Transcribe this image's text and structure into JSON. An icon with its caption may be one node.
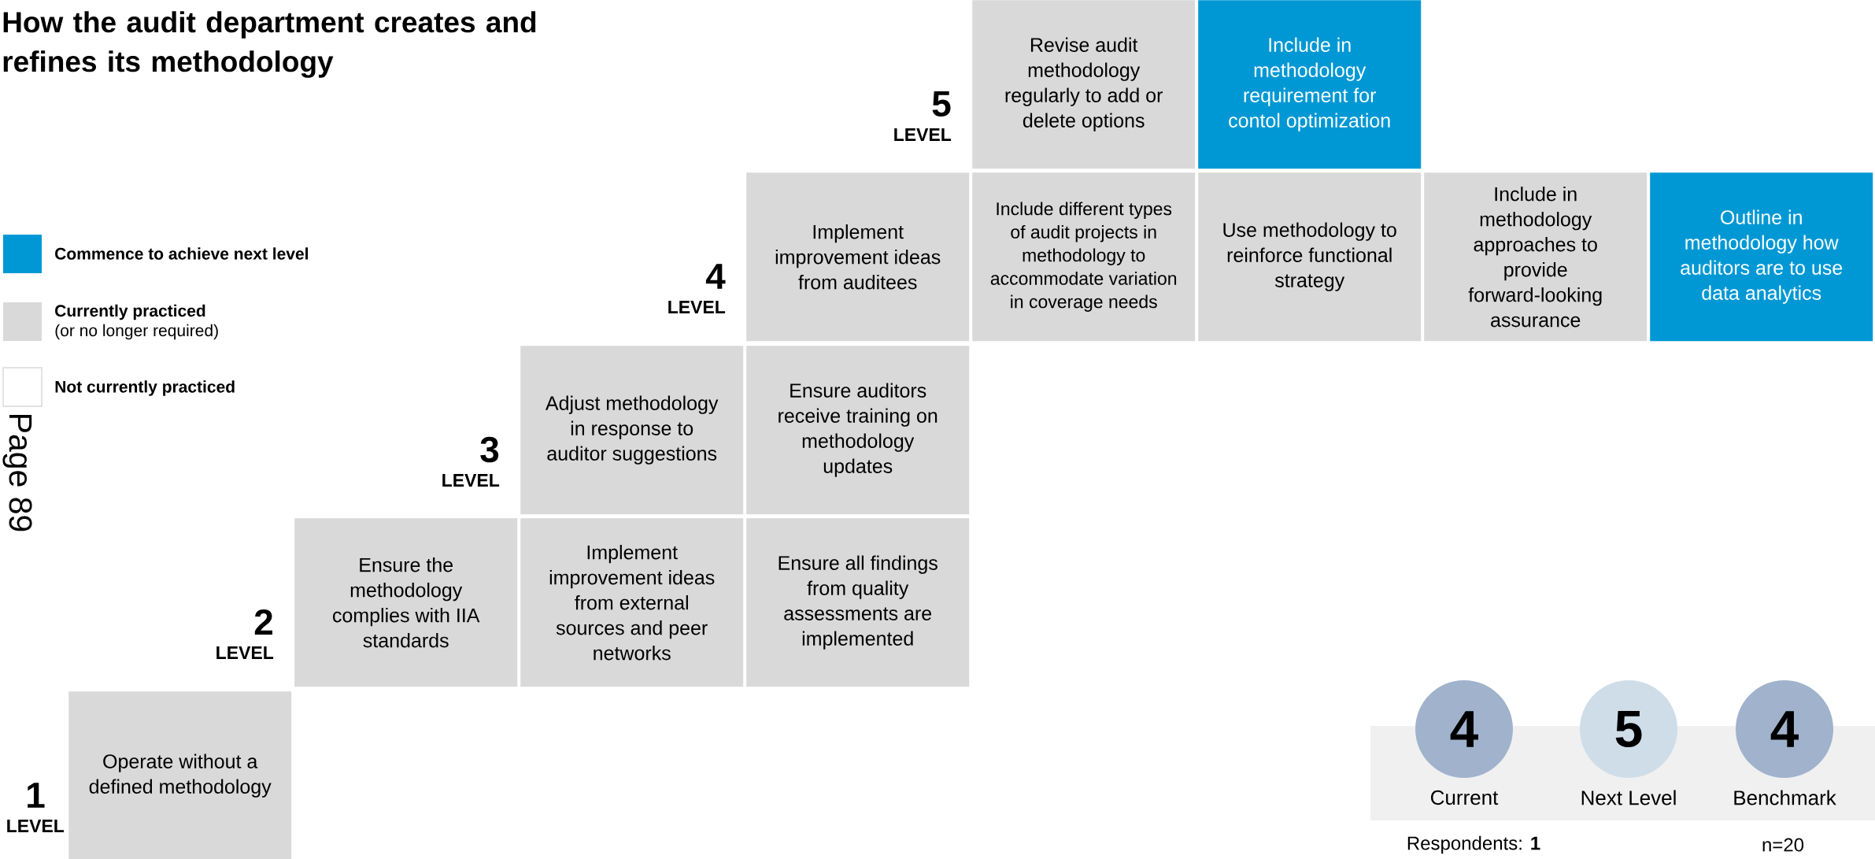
{
  "diagram": {
    "title": "How the audit department creates and refines its methodology",
    "nodes": [
      {
        "text": [
          "Revise audit methodology regularly to add or delete options"
        ]
      },
      {
        "text": [
          "Include in methodology requirement for contol optimization"
        ]
      },
      {
        "text": [
          "Implement improvement ideas from auditees"
        ]
      },
      {
        "text": [
          "Include different types of audit projects in methodology to accommodate variation in coverage needs"
        ]
      },
      {
        "text": [
          "Use methodology to reinforce functional strategy"
        ]
      },
      {
        "text": [
          "Include in methodology approaches to provide forward-looking assurance"
        ]
      },
      {
        "text": [
          "Outline in methodology how auditors are to use data analytics"
        ]
      },
      {
        "text": [
          "Adjust methodology in response to auditor suggestions"
        ]
      },
      {
        "text": [
          "Ensure auditors receive training on methodology updates"
        ]
      },
      {
        "text": [
          "Ensure the methodology complies with IIA standards"
        ]
      },
      {
        "text": [
          "Implement improvement ideas from external sources and peer networks"
        ]
      },
      {
        "text": [
          "Ensure all findings from quality assessments are implemented"
        ]
      },
      {
        "text": [
          "Operate without a defined methodology"
        ]
      },
      {
        "text": [
          "4"
        ],
        "beside": [
          "Current"
        ]
      },
      {
        "text": [
          "5"
        ],
        "beside": [
          "Next Level"
        ]
      },
      {
        "text": [
          "4"
        ],
        "beside": [
          "Benchmark"
        ]
      }
    ],
    "labels": [
      "5",
      "LEVEL",
      "4",
      "LEVEL",
      "Page 89",
      "3",
      "LEVEL",
      "2",
      "LEVEL",
      "1",
      "LEVEL",
      "Respondents: **1**",
      "n=20"
    ],
    "legend": [
      {
        "text": "Commence to achieve next level",
        "color": "#0098d4"
      },
      {
        "text": "**Currently practiced** (or no longer required)",
        "color": "#d9d9d9"
      },
      {
        "text": "Not currently practiced"
      }
    ]
  }
}
